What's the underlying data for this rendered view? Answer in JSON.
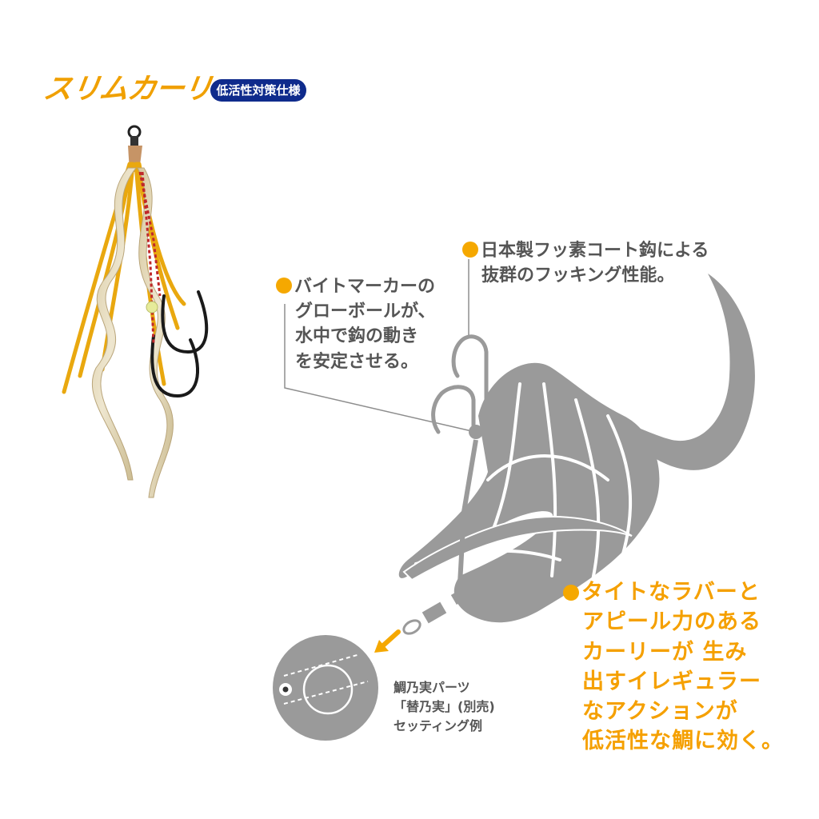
{
  "product": {
    "title": "スリムカーリー",
    "badge": "低活性対策仕様"
  },
  "callouts": {
    "hook": [
      "日本製フッ素コート鈎による",
      "抜群のフッキング性能。"
    ],
    "bite_marker": [
      "バイトマーカーの",
      "グローボールが、",
      "水中で鈎の動き",
      "を安定させる。"
    ],
    "action": [
      "タイトなラバーと",
      "アピール力のある",
      "カーリーが 生み",
      "出すイレギュラー",
      "なアクションが",
      "低活性な鯛に効く。"
    ],
    "parts": [
      "鯛乃実パーツ",
      "「替乃実」(別売)",
      "セッティング例"
    ]
  },
  "colors": {
    "accent_orange": "#f5a800",
    "badge_navy": "#0f2b8c",
    "diagram_grey": "#9a9a9a",
    "text_grey": "#555555"
  }
}
